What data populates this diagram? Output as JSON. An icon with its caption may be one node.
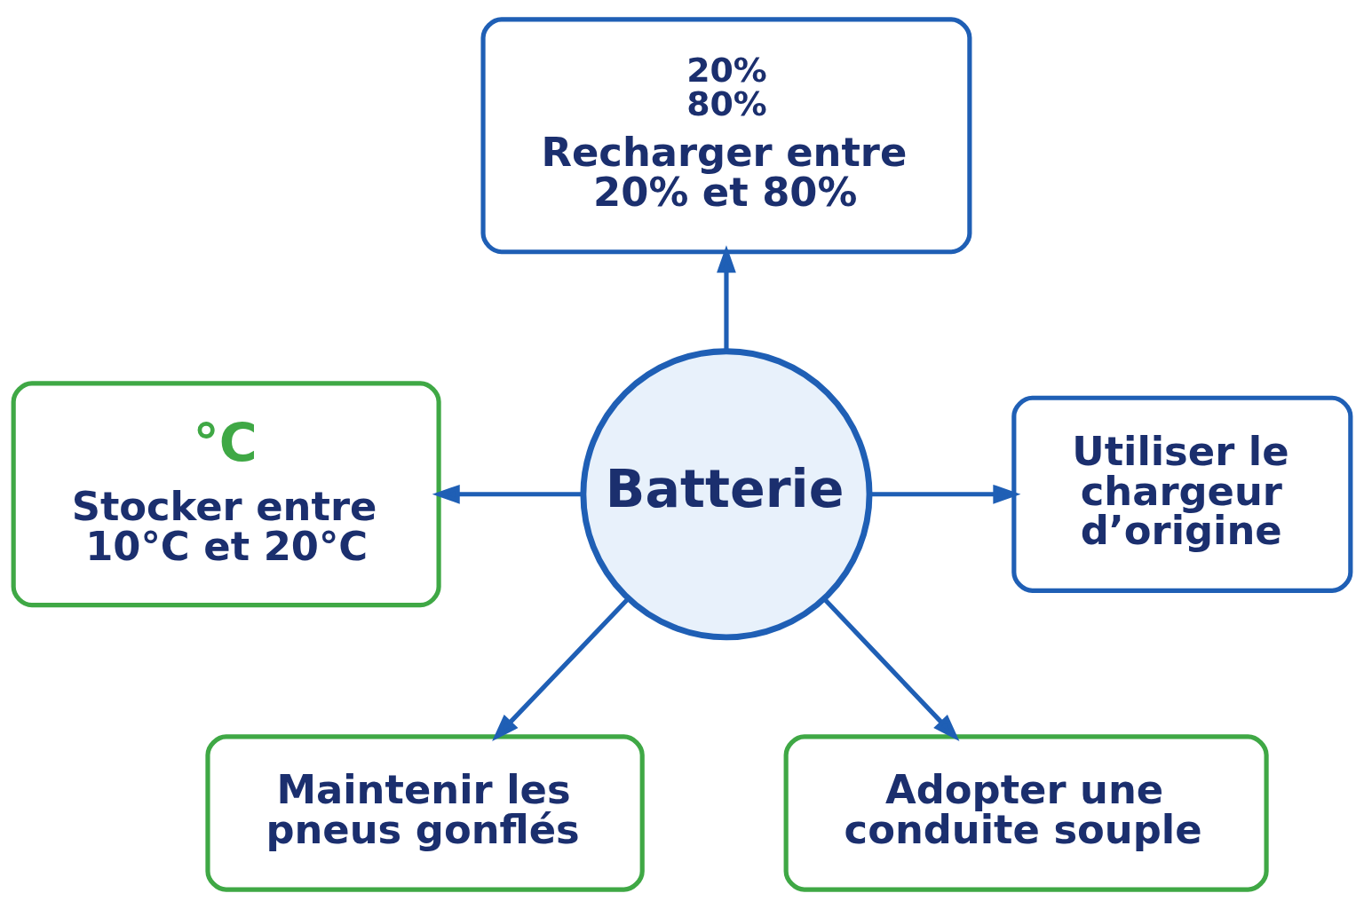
{
  "diagram": {
    "nodes": [
      {
        "text": [
          "20% 80%",
          "Recharger entre 20% et 80%"
        ]
      },
      {
        "text": [
          "°C",
          "Stocker entre 10°C et 20°C"
        ]
      },
      {
        "text": [
          "Utiliser le chargeur d’origine"
        ]
      },
      {
        "text": [
          "Batterie"
        ]
      },
      {
        "text": [
          "Maintenir les pneus gonflés"
        ]
      },
      {
        "text": [
          "Adopter une conduite souple"
        ]
      }
    ],
    "edges": [
      {
        "from": 3,
        "to": 0,
        "arrow": "to"
      },
      {
        "from": 3,
        "to": 1,
        "arrow": "to"
      },
      {
        "from": 3,
        "to": 2,
        "arrow": "to"
      },
      {
        "from": 3,
        "to": 4,
        "arrow": "to"
      },
      {
        "from": 3,
        "to": 5,
        "arrow": "to"
      }
    ]
  }
}
